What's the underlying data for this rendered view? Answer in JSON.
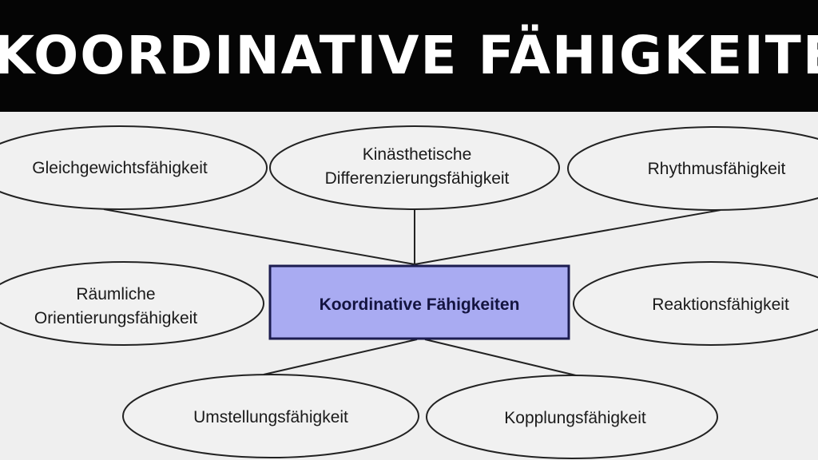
{
  "banner": {
    "title": "KOORDINATIVE FÄHIGKEITEN"
  },
  "diagram": {
    "center": "Koordinative Fähigkeiten",
    "nodes": {
      "gleichgewicht": [
        "Gleichgewichtsfähigkeit"
      ],
      "kinaesthetisch": [
        "Kinästhetische",
        "Differenzierungsfähigkeit"
      ],
      "rhythmus": [
        "Rhythmusfähigkeit"
      ],
      "raeumlich": [
        "Räumliche",
        "Orientierungsfähigkeit"
      ],
      "reaktion": [
        "Reaktionsfähigkeit"
      ],
      "umstellung": [
        "Umstellungsfähigkeit"
      ],
      "kopplung": [
        "Kopplungsfähigkeit"
      ]
    },
    "colors": {
      "center_fill": "#a9abf2",
      "center_border": "#1c1c50",
      "stroke": "#222222"
    }
  }
}
